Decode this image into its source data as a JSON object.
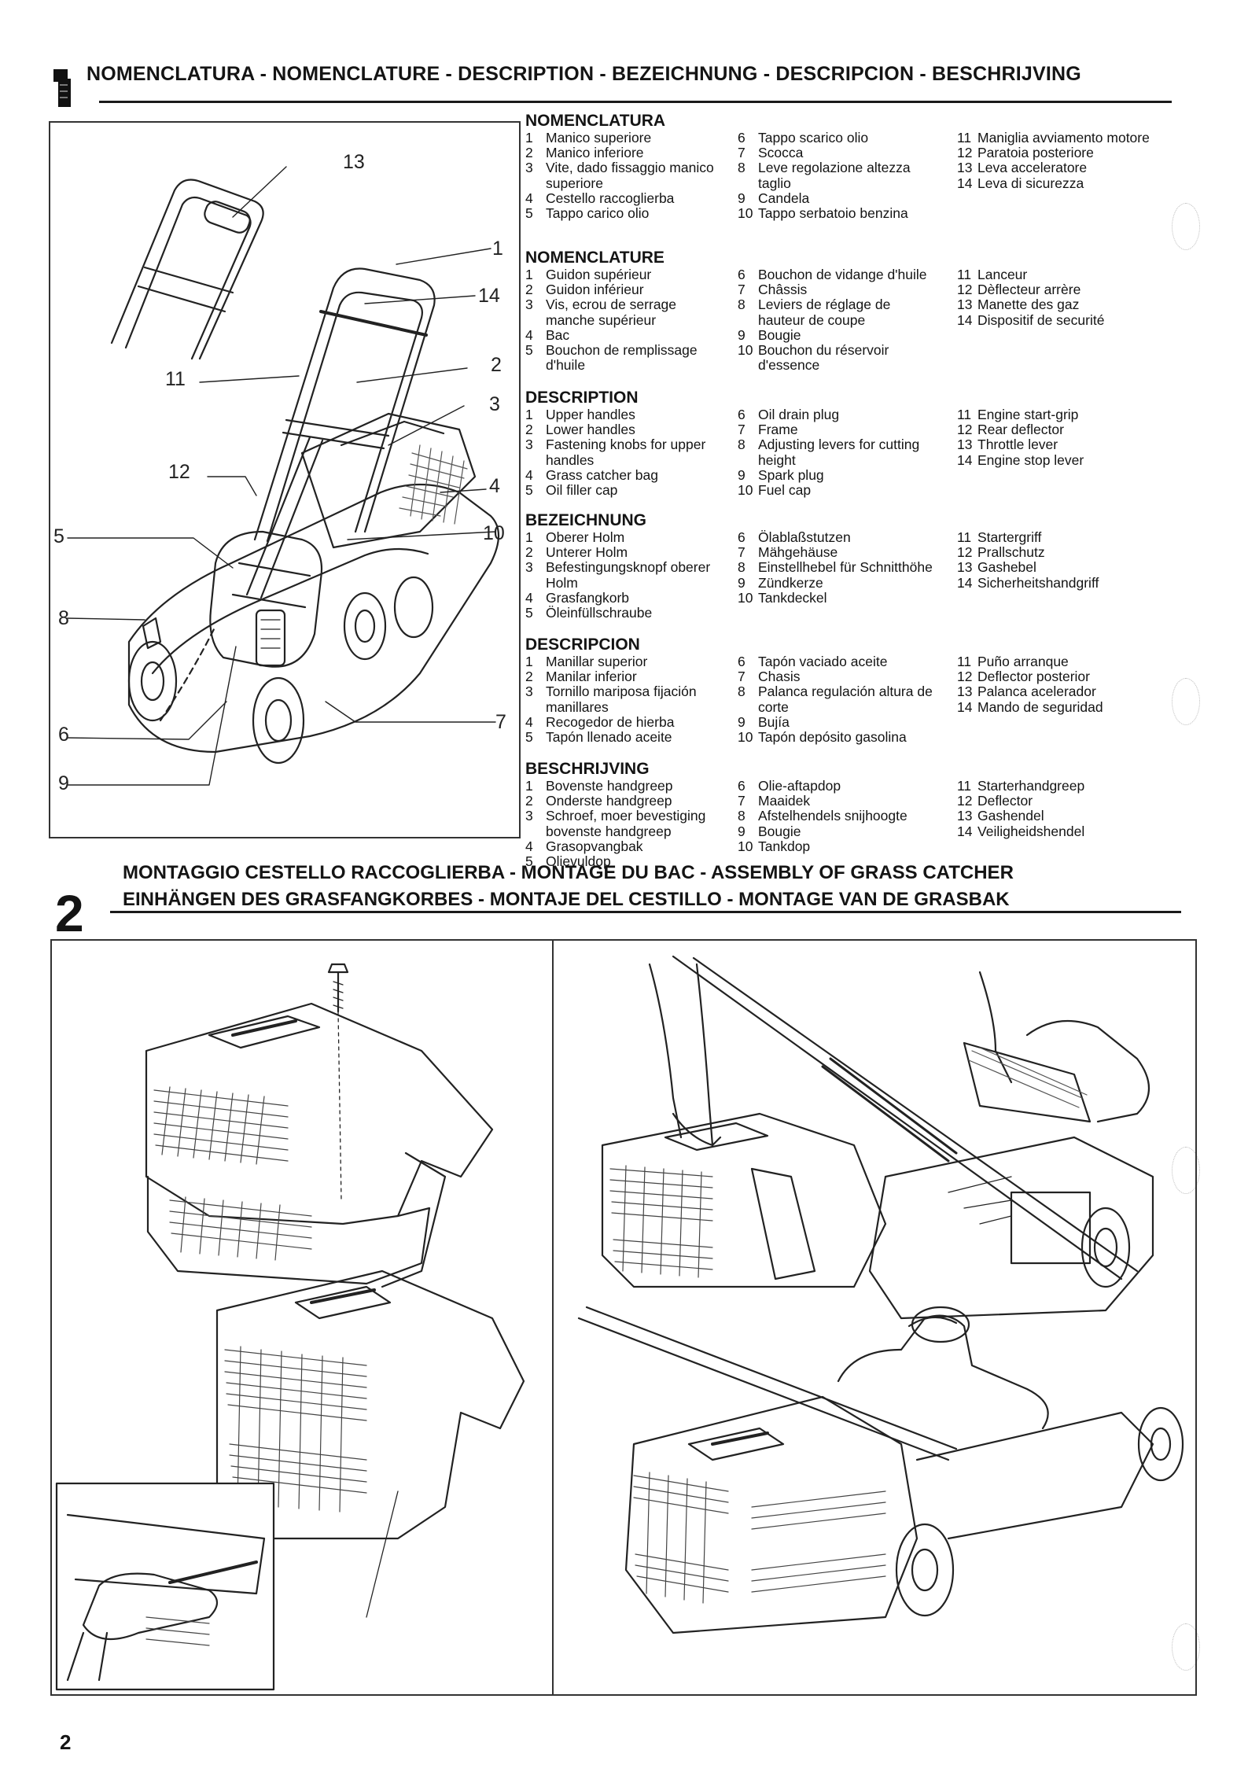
{
  "section1": {
    "title": "NOMENCLATURA - NOMENCLATURE - DESCRIPTION - BEZEICHNUNG - DESCRIPCION - BESCHRIJVING",
    "callouts": [
      "13",
      "1",
      "14",
      "2",
      "11",
      "3",
      "12",
      "4",
      "5",
      "10",
      "8",
      "6",
      "7",
      "9"
    ],
    "legends": [
      {
        "lang": "NOMENCLATURA",
        "col1": [
          [
            "1",
            "Manico superiore"
          ],
          [
            "2",
            "Manico inferiore"
          ],
          [
            "3",
            "Vite, dado fissaggio manico superiore"
          ],
          [
            "4",
            "Cestello raccoglierba"
          ],
          [
            "5",
            "Tappo carico olio"
          ]
        ],
        "col2": [
          [
            "6",
            "Tappo scarico olio"
          ],
          [
            "7",
            "Scocca"
          ],
          [
            "8",
            "Leve regolazione altezza taglio"
          ],
          [
            "9",
            "Candela"
          ],
          [
            "10",
            "Tappo serbatoio benzina"
          ]
        ],
        "col3": [
          [
            "11",
            "Maniglia avviamento motore"
          ],
          [
            "12",
            "Paratoia posteriore"
          ],
          [
            "13",
            "Leva acceleratore"
          ],
          [
            "14",
            "Leva di sicurezza"
          ]
        ]
      },
      {
        "lang": "NOMENCLATURE",
        "col1": [
          [
            "1",
            "Guidon supérieur"
          ],
          [
            "2",
            "Guidon inférieur"
          ],
          [
            "3",
            "Vis, ecrou de serrage manche supérieur"
          ],
          [
            "4",
            "Bac"
          ],
          [
            "5",
            "Bouchon de remplissage d'huile"
          ]
        ],
        "col2": [
          [
            "6",
            "Bouchon de vidange d'huile"
          ],
          [
            "7",
            "Châssis"
          ],
          [
            "8",
            "Leviers de réglage de hauteur de coupe"
          ],
          [
            "9",
            "Bougie"
          ],
          [
            "10",
            "Bouchon du réservoir d'essence"
          ]
        ],
        "col3": [
          [
            "11",
            "Lanceur"
          ],
          [
            "12",
            "Dèflecteur arrère"
          ],
          [
            "13",
            "Manette des gaz"
          ],
          [
            "14",
            "Dispositif de securité"
          ]
        ]
      },
      {
        "lang": "DESCRIPTION",
        "col1": [
          [
            "1",
            "Upper handles"
          ],
          [
            "2",
            "Lower handles"
          ],
          [
            "3",
            "Fastening knobs for upper handles"
          ],
          [
            "4",
            "Grass catcher bag"
          ],
          [
            "5",
            "Oil filler cap"
          ]
        ],
        "col2": [
          [
            "6",
            "Oil drain plug"
          ],
          [
            "7",
            "Frame"
          ],
          [
            "8",
            "Adjusting levers for cutting height"
          ],
          [
            "9",
            "Spark plug"
          ],
          [
            "10",
            "Fuel cap"
          ]
        ],
        "col3": [
          [
            "11",
            "Engine start-grip"
          ],
          [
            "12",
            "Rear deflector"
          ],
          [
            "13",
            "Throttle lever"
          ],
          [
            "14",
            "Engine stop lever"
          ]
        ]
      },
      {
        "lang": "BEZEICHNUNG",
        "col1": [
          [
            "1",
            "Oberer Holm"
          ],
          [
            "2",
            "Unterer Holm"
          ],
          [
            "3",
            "Befestingungsknopf oberer Holm"
          ],
          [
            "4",
            "Grasfangkorb"
          ],
          [
            "5",
            "Öleinfüllschraube"
          ]
        ],
        "col2": [
          [
            "6",
            "Ölablaßstutzen"
          ],
          [
            "7",
            "Mähgehäuse"
          ],
          [
            "8",
            "Einstellhebel für Schnitthöhe"
          ],
          [
            "9",
            "Zündkerze"
          ],
          [
            "10",
            "Tankdeckel"
          ]
        ],
        "col3": [
          [
            "11",
            "Startergriff"
          ],
          [
            "12",
            "Prallschutz"
          ],
          [
            "13",
            "Gashebel"
          ],
          [
            "14",
            "Sicherheitshandgriff"
          ]
        ]
      },
      {
        "lang": "DESCRIPCION",
        "col1": [
          [
            "1",
            "Manillar superior"
          ],
          [
            "2",
            "Manilar inferior"
          ],
          [
            "3",
            "Tornillo mariposa fijación manillares"
          ],
          [
            "4",
            "Recogedor de hierba"
          ],
          [
            "5",
            "Tapón llenado aceite"
          ]
        ],
        "col2": [
          [
            "6",
            "Tapón vaciado aceite"
          ],
          [
            "7",
            "Chasis"
          ],
          [
            "8",
            "Palanca regulación altura de corte"
          ],
          [
            "9",
            "Bujía"
          ],
          [
            "10",
            "Tapón depósito gasolina"
          ]
        ],
        "col3": [
          [
            "11",
            "Puño arranque"
          ],
          [
            "12",
            "Deflector posterior"
          ],
          [
            "13",
            "Palanca acelerador"
          ],
          [
            "14",
            "Mando de seguridad"
          ]
        ]
      },
      {
        "lang": "BESCHRIJVING",
        "col1": [
          [
            "1",
            "Bovenste handgreep"
          ],
          [
            "2",
            "Onderste handgreep"
          ],
          [
            "3",
            "Schroef, moer bevestiging bovenste handgreep"
          ],
          [
            "4",
            "Grasopvangbak"
          ],
          [
            "5",
            "Olievuldop"
          ]
        ],
        "col2": [
          [
            "6",
            "Olie-aftapdop"
          ],
          [
            "7",
            "Maaidek"
          ],
          [
            "8",
            "Afstelhendels snijhoogte"
          ],
          [
            "9",
            "Bougie"
          ],
          [
            "10",
            "Tankdop"
          ]
        ],
        "col3": [
          [
            "11",
            "Starterhandgreep"
          ],
          [
            "12",
            "Deflector"
          ],
          [
            "13",
            "Gashendel"
          ],
          [
            "14",
            "Veiligheidshendel"
          ]
        ]
      }
    ]
  },
  "section2": {
    "number": "2",
    "title_line1": "MONTAGGIO CESTELLO RACCOGLIERBA - MONTAGE DU BAC - ASSEMBLY OF GRASS CATCHER",
    "title_line2": "EINHÄNGEN DES GRASFANGKORBES  - MONTAJE DEL CESTILLO - MONTAGE VAN DE GRASBAK"
  },
  "page_number": "2"
}
